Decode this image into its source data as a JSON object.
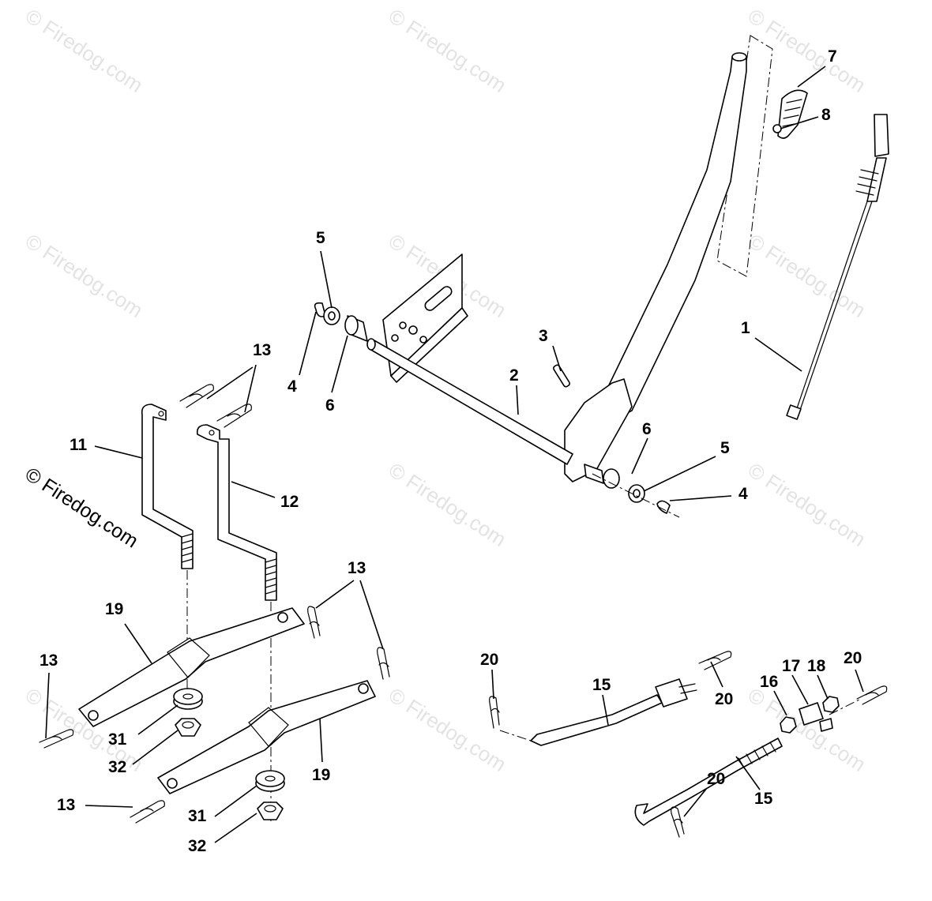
{
  "copyright": "© Firedog.com",
  "watermark": "© Firedog.com",
  "callouts": {
    "c1": "1",
    "c2": "2",
    "c3": "3",
    "c4a": "4",
    "c4b": "4",
    "c5a": "5",
    "c5b": "5",
    "c6a": "6",
    "c6b": "6",
    "c7": "7",
    "c8": "8",
    "c11": "11",
    "c12": "12",
    "c13a": "13",
    "c13b": "13",
    "c13c": "13",
    "c13d": "13",
    "c15a": "15",
    "c15b": "15",
    "c16": "16",
    "c17": "17",
    "c18": "18",
    "c19a": "19",
    "c19b": "19",
    "c20a": "20",
    "c20b": "20",
    "c20c": "20",
    "c20d": "20",
    "c31a": "31",
    "c31b": "31",
    "c32a": "32",
    "c32b": "32"
  },
  "colors": {
    "line": "#000000",
    "background": "#ffffff",
    "watermark": "#e3e3e3"
  }
}
